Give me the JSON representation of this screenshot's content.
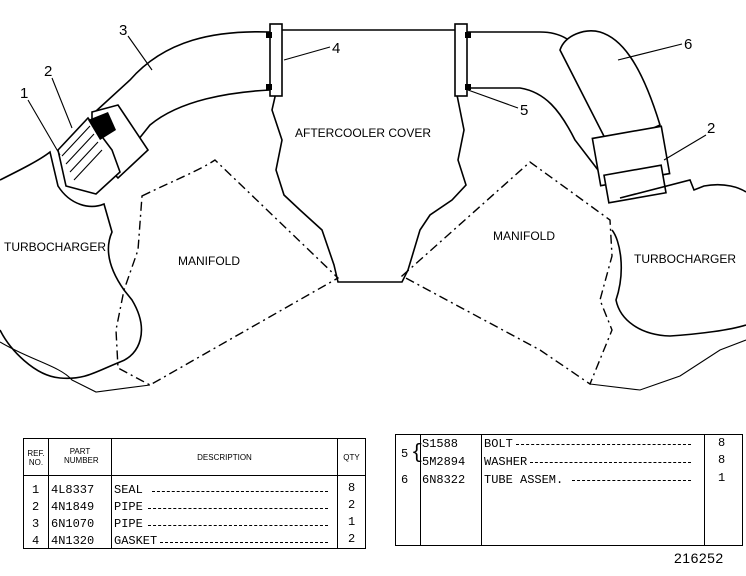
{
  "diagram": {
    "labels": {
      "aftercooler_cover": "AFTERCOOLER COVER",
      "manifold_left": "MANIFOLD",
      "manifold_right": "MANIFOLD",
      "turbo_left": "TURBOCHARGER",
      "turbo_right": "TURBOCHARGER"
    },
    "callouts": [
      "1",
      "2",
      "3",
      "4",
      "5",
      "6",
      "2"
    ]
  },
  "parts_table_left": {
    "headers": {
      "ref_no": "REF. NO.",
      "part_number": "PART NUMBER",
      "description": "DESCRIPTION",
      "qty": "QTY"
    },
    "rows": [
      {
        "ref": "1",
        "part": "4L8337",
        "desc": "SEAL",
        "qty": "8"
      },
      {
        "ref": "2",
        "part": "4N1849",
        "desc": "PIPE",
        "qty": "2"
      },
      {
        "ref": "3",
        "part": "6N1070",
        "desc": "PIPE",
        "qty": "1"
      },
      {
        "ref": "4",
        "part": "4N1320",
        "desc": "GASKET",
        "qty": "2"
      }
    ]
  },
  "parts_table_right": {
    "rows": [
      {
        "ref": "5",
        "part": "S1588",
        "desc": "BOLT",
        "qty": "8"
      },
      {
        "ref": "",
        "part": "5M2894",
        "desc": "WASHER",
        "qty": "8"
      },
      {
        "ref": "6",
        "part": "6N8322",
        "desc": "TUBE ASSEM.",
        "qty": "1"
      }
    ]
  },
  "drawing_number": "216252"
}
